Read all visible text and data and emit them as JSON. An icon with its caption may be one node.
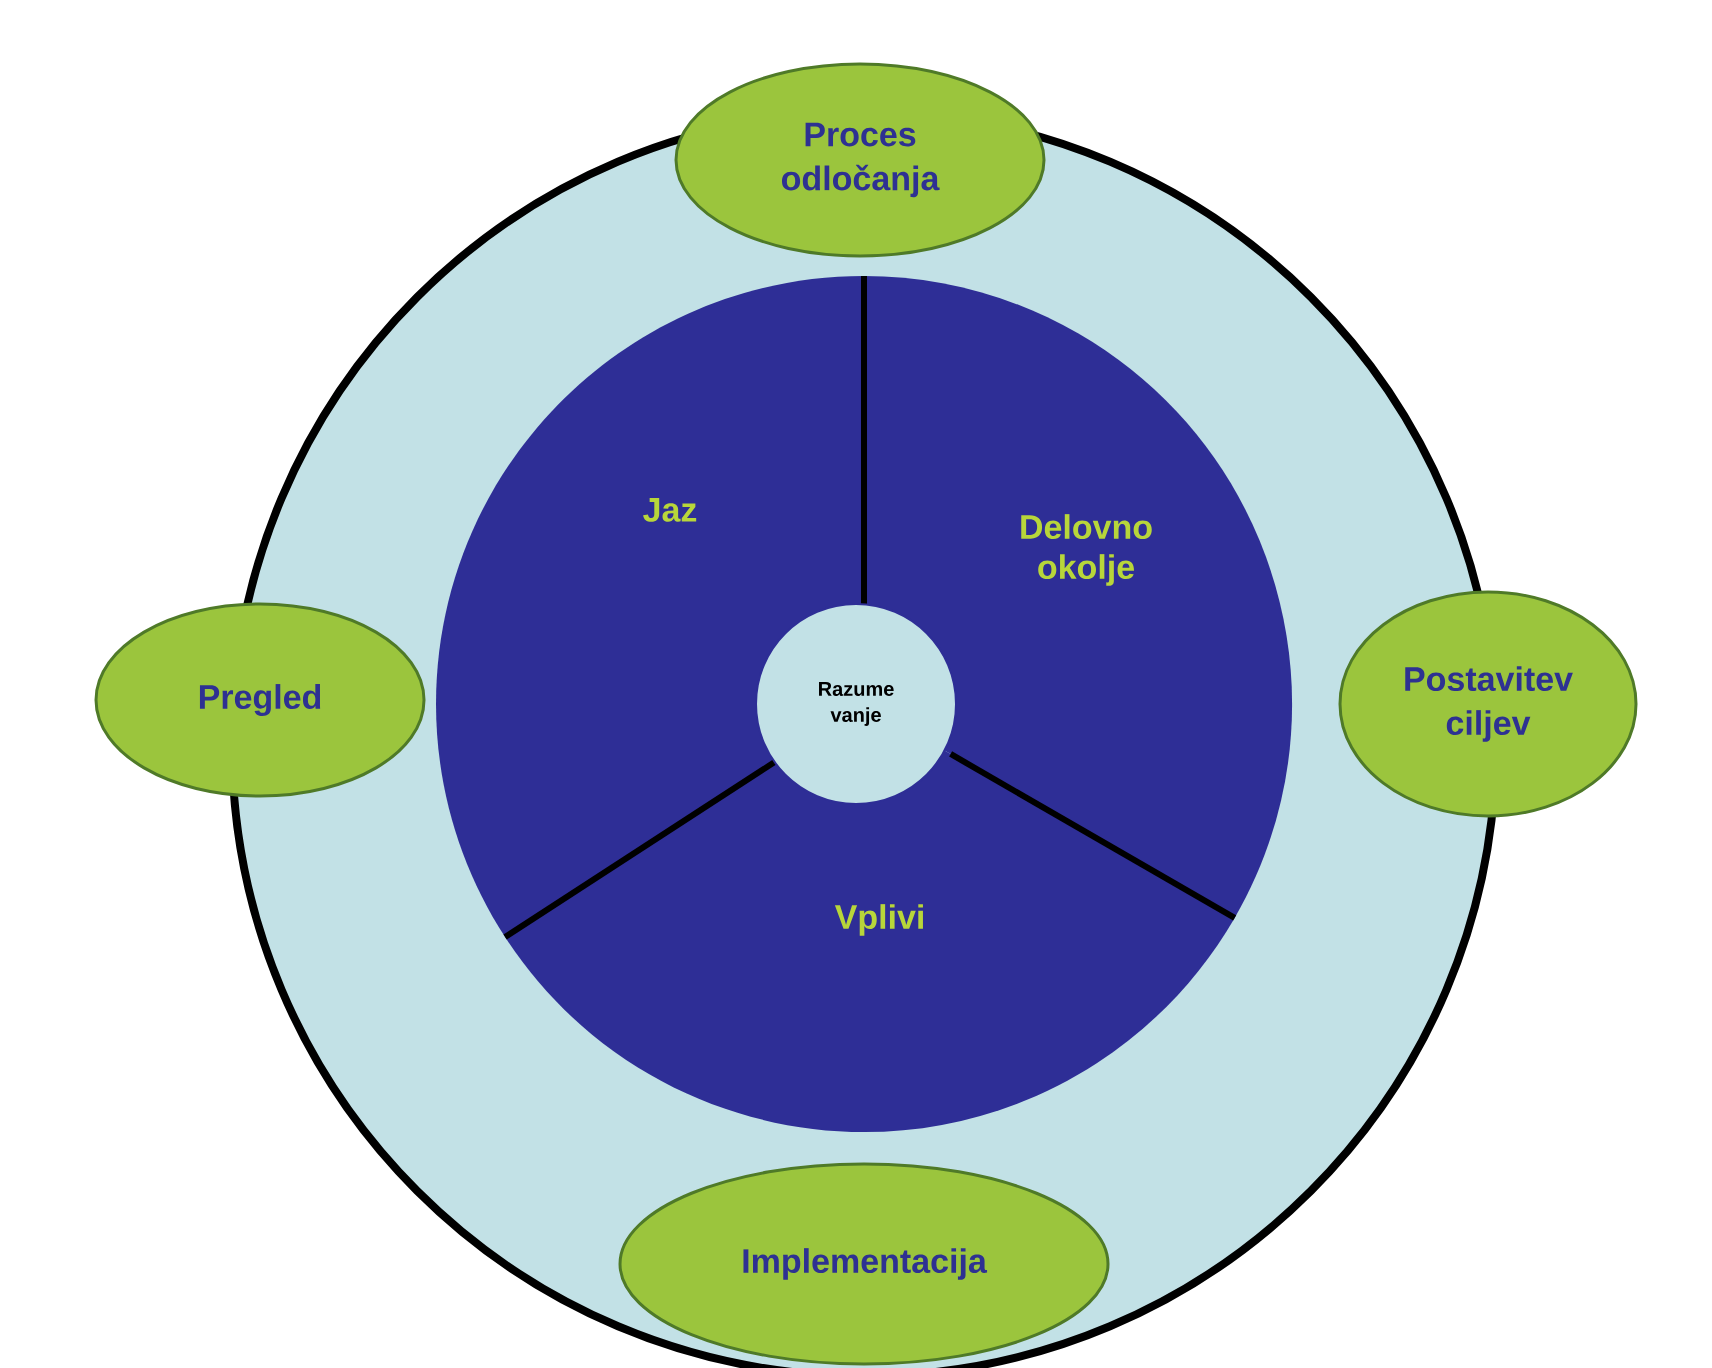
{
  "diagram": {
    "nodes": [
      {
        "text": [
          "Proces odločanja"
        ]
      },
      {
        "text": [
          "Jaz"
        ]
      },
      {
        "text": [
          "Delovno okolje"
        ]
      },
      {
        "text": [
          "Pregled"
        ]
      },
      {
        "text": [
          "Razume vanje"
        ]
      },
      {
        "text": [
          "Postavitev ciljev"
        ]
      },
      {
        "text": [
          "Vplivi"
        ]
      },
      {
        "text": [
          "Implementacija"
        ]
      }
    ]
  }
}
